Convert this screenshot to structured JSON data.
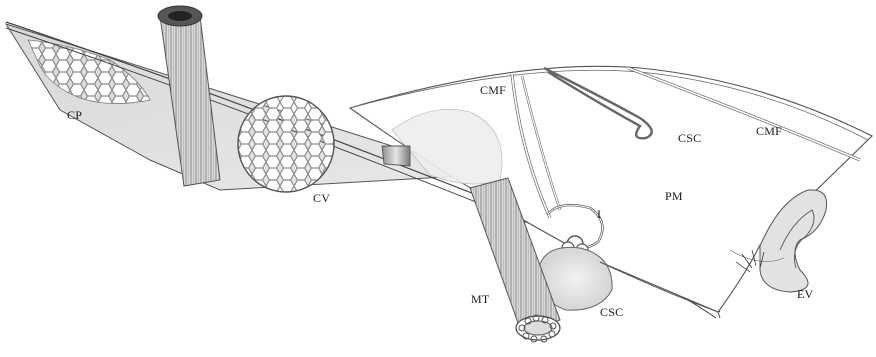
{
  "labels": {
    "cp": "CP",
    "cv": "CV",
    "cmf_left": "CMF",
    "csc_top": "CSC",
    "cmf_right": "CMF",
    "pm": "PM",
    "i": "I",
    "mt": "MT",
    "csc_bottom": "CSC",
    "ev": "EV"
  }
}
